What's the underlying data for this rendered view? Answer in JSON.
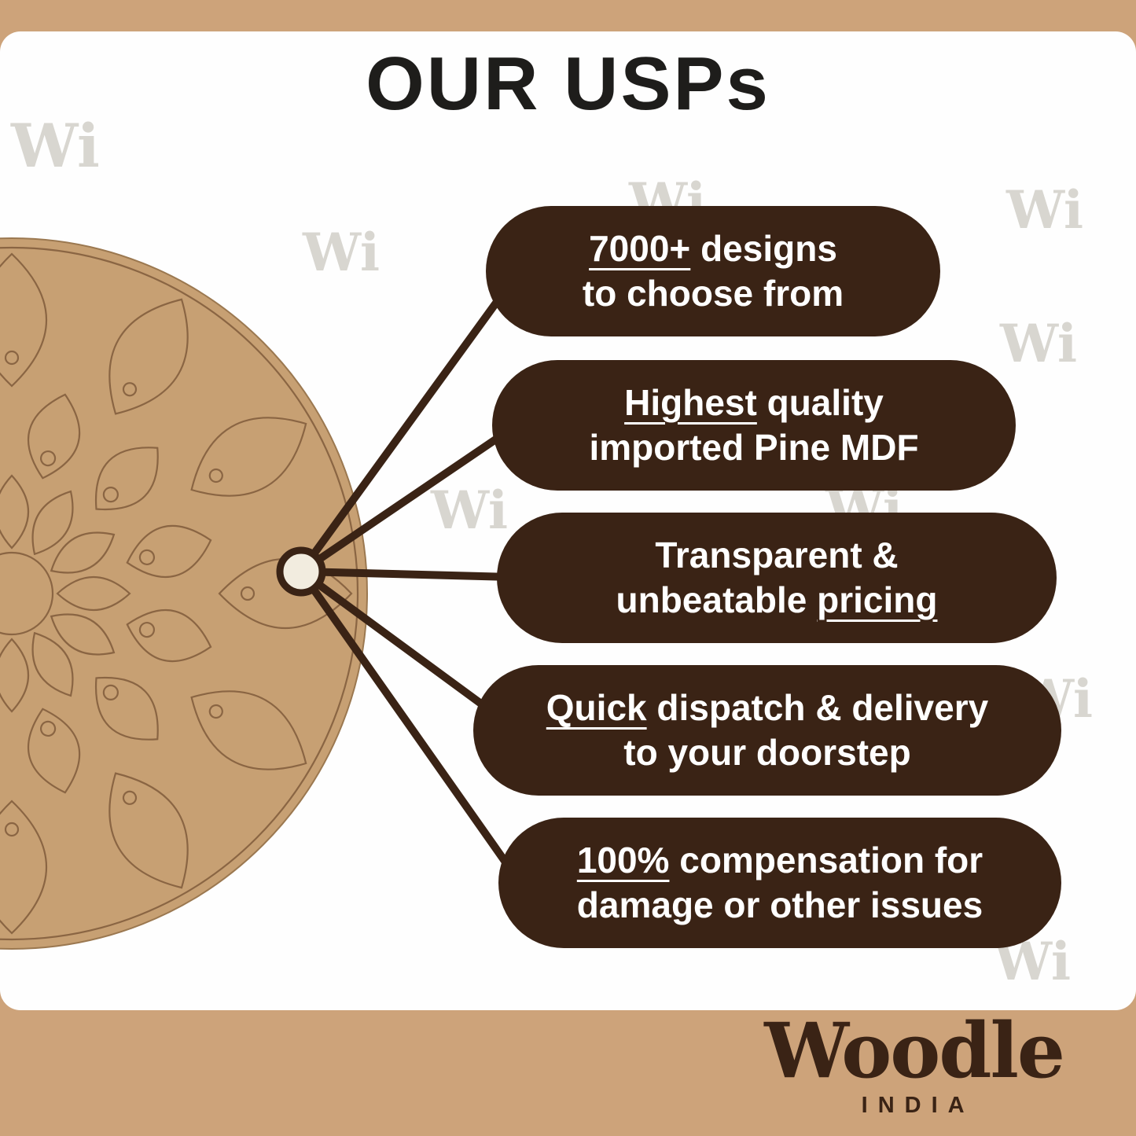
{
  "colors": {
    "band": "#cda37a",
    "background": "#fefefe",
    "pill": "#3a2315",
    "pill_text": "#ffffff",
    "title_text": "#1e1d1b",
    "mdf_board": "#c7a073",
    "mdf_line": "#8a6543",
    "node_fill": "#f2ecdf",
    "watermark": "#d8d6d0",
    "logo": "#3a2315"
  },
  "header": {
    "title": "OUR USPs"
  },
  "watermark": {
    "text": "Wi"
  },
  "pills": [
    {
      "lines": [
        [
          {
            "t": "7000+",
            "u": true
          },
          {
            "t": " designs",
            "u": false
          }
        ],
        [
          {
            "t": "to choose from",
            "u": false
          }
        ]
      ]
    },
    {
      "lines": [
        [
          {
            "t": "Highest",
            "u": true
          },
          {
            "t": " quality",
            "u": false
          }
        ],
        [
          {
            "t": "imported Pine MDF",
            "u": false
          }
        ]
      ]
    },
    {
      "lines": [
        [
          {
            "t": "Transparent &",
            "u": false
          }
        ],
        [
          {
            "t": "unbeatable ",
            "u": false
          },
          {
            "t": "pricing",
            "u": true
          }
        ]
      ]
    },
    {
      "lines": [
        [
          {
            "t": "Quick",
            "u": true
          },
          {
            "t": " dispatch & delivery",
            "u": false
          }
        ],
        [
          {
            "t": "to your doorstep",
            "u": false
          }
        ]
      ]
    },
    {
      "lines": [
        [
          {
            "t": "100%",
            "u": true
          },
          {
            "t": " compensation for",
            "u": false
          }
        ],
        [
          {
            "t": "damage or other issues",
            "u": false
          }
        ]
      ]
    }
  ],
  "footer": {
    "brand": "Woodle",
    "country": "INDIA"
  }
}
